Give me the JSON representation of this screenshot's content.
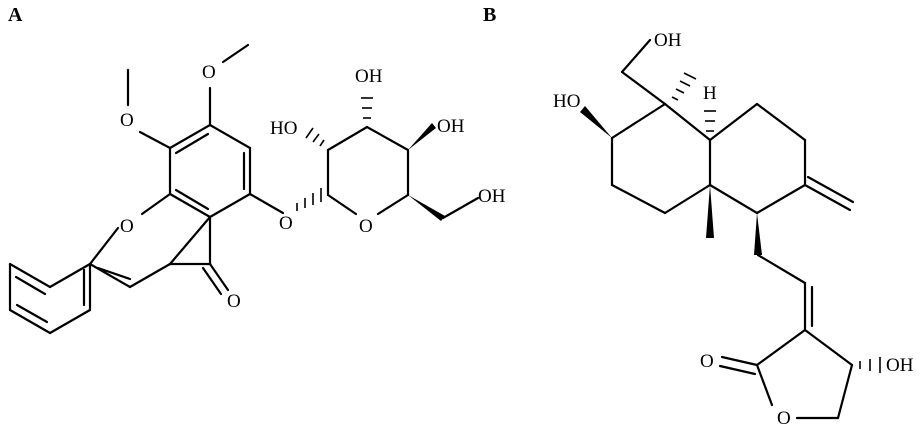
{
  "panels": {
    "a": {
      "label": "A"
    },
    "b": {
      "label": "B"
    }
  },
  "molecule_a": {
    "atoms": {
      "o_methoxy_top": "O",
      "o_methoxy_left": "O",
      "o_ring": "O",
      "o_carbonyl": "O",
      "o_glycosidic": "O",
      "o_sugar_ring": "O",
      "oh_top": "OH",
      "oh_left": "HO",
      "oh_right": "OH",
      "oh_chain": "OH"
    }
  },
  "molecule_b": {
    "atoms": {
      "oh_chain": "OH",
      "oh_left": "HO",
      "h_junction": "H",
      "o_carbonyl": "O",
      "o_lactone": "O",
      "oh_lactone": "OH"
    }
  }
}
